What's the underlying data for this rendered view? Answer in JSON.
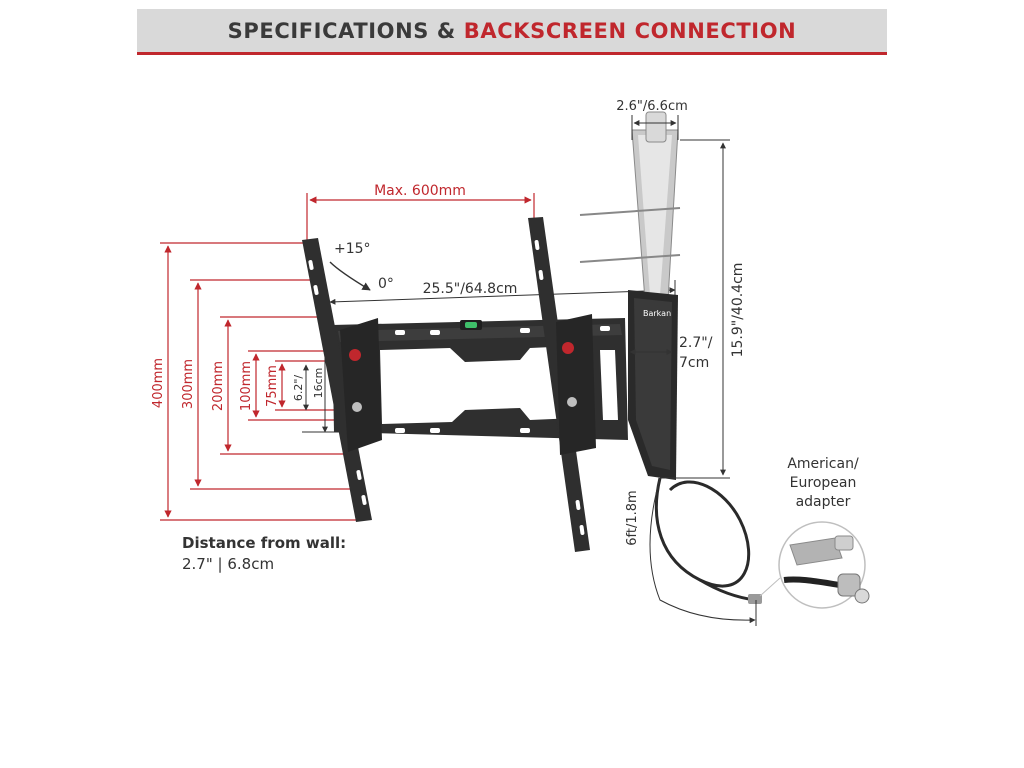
{
  "header": {
    "title_part1": "SPECIFICATIONS & ",
    "title_part2": "BACKSCREEN CONNECTION"
  },
  "colors": {
    "accent_red": "#c0272d",
    "banner_gray": "#d9d9d9",
    "mount_black": "#2f2f2f",
    "text_dark": "#333333"
  },
  "dimensions": {
    "max_width": "Max. 600mm",
    "tilt_up": "+15°",
    "tilt_zero": "0°",
    "antenna_width": "25.5\"/64.8cm",
    "antenna_top_width": "2.6\"/6.6cm",
    "antenna_height": "15.9\"/40.4cm",
    "antenna_depth_line1": "2.7\"/",
    "antenna_depth_line2": "7cm",
    "cable_length": "6ft/1.8m",
    "vesa_400": "400mm",
    "vesa_300": "300mm",
    "vesa_200": "200mm",
    "vesa_100": "100mm",
    "vesa_75": "75mm",
    "depth_small": "6.2\"/",
    "depth_small2": "16cm"
  },
  "adapter": {
    "line1": "American/",
    "line2": "European",
    "line3": "adapter"
  },
  "wall_distance": {
    "heading": "Distance from wall:",
    "value": "2.7\" | 6.8cm"
  },
  "brand": "Barkan"
}
